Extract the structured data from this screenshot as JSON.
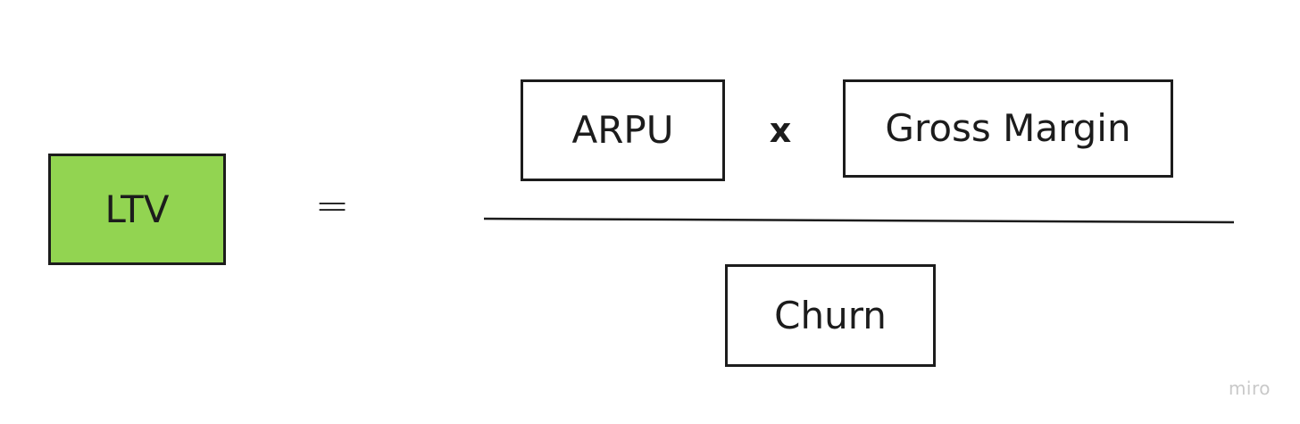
{
  "formula": {
    "lhs_label": "LTV",
    "equals_sign": "=",
    "numerator": {
      "left_label": "ARPU",
      "operator": "x",
      "right_label": "Gross Margin"
    },
    "denominator_label": "Churn"
  },
  "colors": {
    "ltv_fill": "#92d451",
    "stroke": "#1c1c1c",
    "watermark": "#c9c9c9"
  },
  "watermark": "miro"
}
